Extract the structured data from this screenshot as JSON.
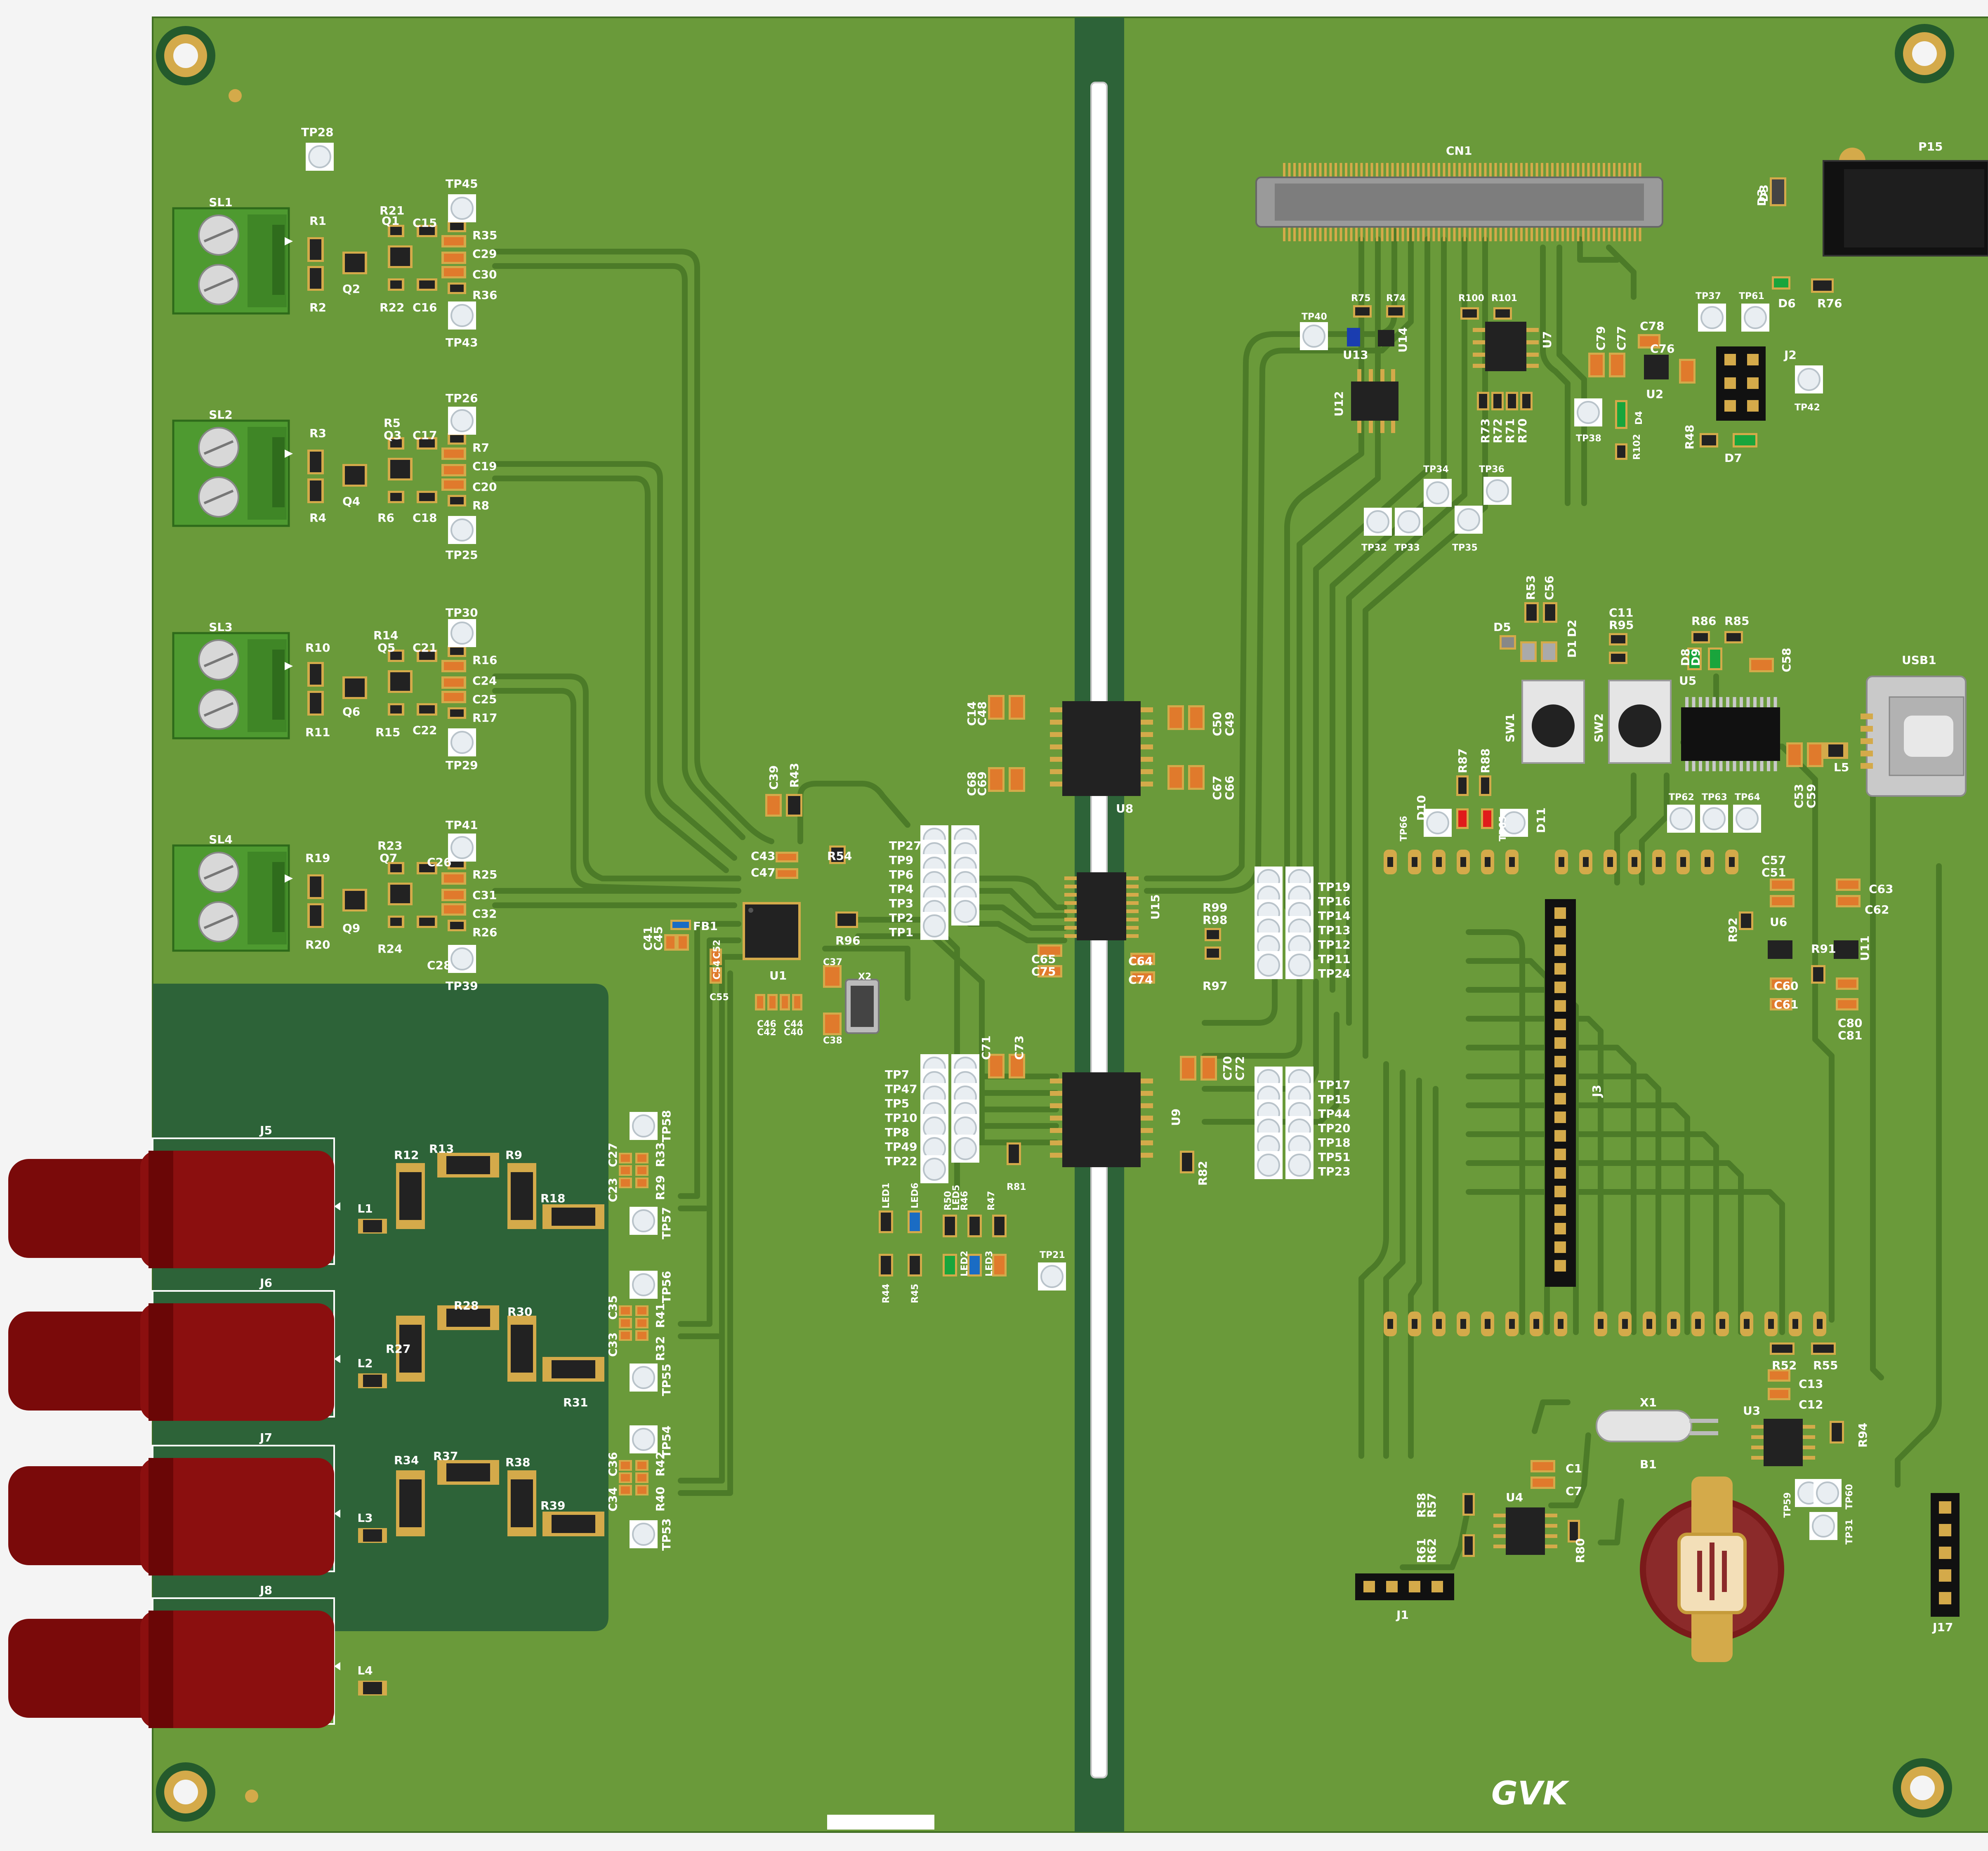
{
  "colors": {
    "board": "#6a9a3a",
    "board_dark": "#2d6338",
    "trace": "#5a8a2e",
    "trace_edge": "#4c7b28",
    "silkscreen": "#ffffff",
    "pad_gold": "#d4aa4a",
    "ic_black": "#222222",
    "connector_red": "#7a0a0a",
    "terminal_green": "#4e9a30",
    "background": "#f4f4f4"
  },
  "board": {
    "logo": "GVK"
  },
  "terminals": [
    {
      "ref": "SL1"
    },
    {
      "ref": "SL2"
    },
    {
      "ref": "SL3"
    },
    {
      "ref": "SL4"
    }
  ],
  "bnc_connectors": [
    {
      "ref": "J5"
    },
    {
      "ref": "J6"
    },
    {
      "ref": "J7"
    },
    {
      "ref": "J8"
    }
  ],
  "inductors": [
    "L1",
    "L2",
    "L3",
    "L4",
    "L5"
  ],
  "ics": [
    {
      "ref": "U1"
    },
    {
      "ref": "U8"
    },
    {
      "ref": "U15"
    },
    {
      "ref": "U9"
    },
    {
      "ref": "U5"
    },
    {
      "ref": "U2"
    },
    {
      "ref": "U3"
    },
    {
      "ref": "U4"
    },
    {
      "ref": "U6"
    },
    {
      "ref": "U7"
    },
    {
      "ref": "U11"
    },
    {
      "ref": "U12"
    },
    {
      "ref": "U13"
    },
    {
      "ref": "U14"
    }
  ],
  "connectors": [
    {
      "ref": "CN1"
    },
    {
      "ref": "P15"
    },
    {
      "ref": "USB1"
    },
    {
      "ref": "J1"
    },
    {
      "ref": "J2"
    },
    {
      "ref": "J3"
    },
    {
      "ref": "J17"
    }
  ],
  "misc": [
    {
      "ref": "SW1"
    },
    {
      "ref": "SW2"
    },
    {
      "ref": "X1"
    },
    {
      "ref": "X2"
    },
    {
      "ref": "B1"
    },
    {
      "ref": "FB1"
    }
  ],
  "labels": {
    "sl1_group": [
      "R1",
      "R2",
      "R21",
      "R22",
      "Q1",
      "Q2",
      "C15",
      "C16",
      "R35",
      "R36",
      "C29",
      "C30",
      "TP45",
      "TP43",
      "TP28"
    ],
    "sl2_group": [
      "R3",
      "R4",
      "R5",
      "R6",
      "Q3",
      "Q4",
      "C17",
      "C18",
      "R7",
      "R8",
      "C19",
      "C20",
      "TP26",
      "TP25"
    ],
    "sl3_group": [
      "R10",
      "R11",
      "R14",
      "R15",
      "Q5",
      "Q6",
      "C21",
      "C22",
      "R16",
      "R17",
      "C24",
      "C25",
      "TP30",
      "TP29"
    ],
    "sl4_group": [
      "R19",
      "R20",
      "R23",
      "R24",
      "Q7",
      "Q9",
      "C26",
      "C28",
      "R25",
      "R26",
      "C31",
      "C32",
      "TP41",
      "TP39"
    ],
    "bnc_group": [
      "R12",
      "R13",
      "R9",
      "R18",
      "R27",
      "R28",
      "R30",
      "R31",
      "R34",
      "R37",
      "R38",
      "R39",
      "C23",
      "C27",
      "R29",
      "R33",
      "C33",
      "C35",
      "R32",
      "R41",
      "C34",
      "C36",
      "R40",
      "R42",
      "TP58",
      "TP57",
      "TP56",
      "TP55",
      "TP54",
      "TP53"
    ],
    "u1_group": [
      "C39",
      "R43",
      "C43",
      "C47",
      "R54",
      "R96",
      "C41",
      "C45",
      "C52",
      "C54",
      "C55",
      "C46",
      "C42",
      "C44",
      "C40",
      "C37",
      "C38"
    ],
    "tp_left": [
      "TP27",
      "TP9",
      "TP6",
      "TP4",
      "TP3",
      "TP2",
      "TP1"
    ],
    "tp_left2": [
      "TP7",
      "TP47",
      "TP5",
      "TP10",
      "TP8",
      "TP49",
      "TP22"
    ],
    "u8_group": [
      "C14",
      "C48",
      "C68",
      "C69",
      "C50",
      "C49",
      "C67",
      "C66"
    ],
    "u15_group": [
      "R99",
      "R98",
      "R97",
      "C64",
      "C74",
      "C65",
      "C75"
    ],
    "u9_group": [
      "C71",
      "C73",
      "C70",
      "C72",
      "R81",
      "R82"
    ],
    "tp_right": [
      "TP19",
      "TP16",
      "TP14",
      "TP13",
      "TP12",
      "TP11",
      "TP24"
    ],
    "tp_right2": [
      "TP17",
      "TP15",
      "TP44",
      "TP20",
      "TP18",
      "TP51",
      "TP23"
    ],
    "leds": [
      "LED1",
      "LED6",
      "LED5",
      "LED2",
      "LED3",
      "R44",
      "R45",
      "R50",
      "R46",
      "R47"
    ],
    "tp_misc": [
      "TP21",
      "TP40",
      "TP32",
      "TP33",
      "TP34",
      "TP35",
      "TP36",
      "TP38",
      "TP37",
      "TP61",
      "TP42",
      "TP62",
      "TP63",
      "TP64",
      "TP65",
      "TP66",
      "TP59",
      "TP31",
      "TP60"
    ],
    "top_right": [
      "R75",
      "R74",
      "R100",
      "R101",
      "R73",
      "R72",
      "R71",
      "R70",
      "C79",
      "C77",
      "C78",
      "C76",
      "R102",
      "R48",
      "D3",
      "D4",
      "D6",
      "D7",
      "R76"
    ],
    "mid_right": [
      "R53",
      "C56",
      "D5",
      "D1",
      "D2",
      "C11",
      "R95",
      "R86",
      "R85",
      "D8",
      "D9",
      "C58",
      "R87",
      "R88",
      "D10",
      "D11",
      "C53",
      "C59"
    ],
    "low_right": [
      "C57",
      "C51",
      "C63",
      "C62",
      "R92",
      "R91",
      "C60",
      "C61",
      "C80",
      "C81",
      "R52",
      "R55",
      "C13",
      "C12",
      "R94",
      "C1",
      "C7",
      "R58",
      "R57",
      "R61",
      "R62",
      "R80"
    ]
  }
}
